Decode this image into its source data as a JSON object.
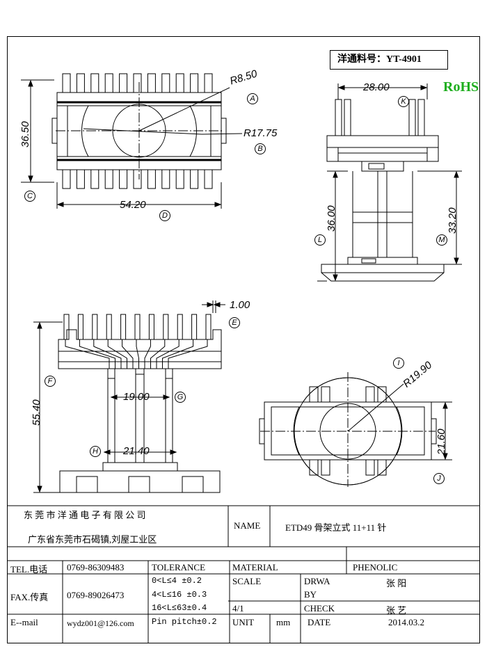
{
  "part_number": "洋通料号：YT-4901",
  "rohs": "RoHS",
  "dimensions": {
    "r_small": "R8.50",
    "r_large": "R17.75",
    "height_top": "36.50",
    "width_top": "54.20",
    "width_right": "28.00",
    "height_l": "36.00",
    "height_m": "33.20",
    "pin_1": "1.00",
    "height_f": "55.40",
    "pitch_g": "19.00",
    "width_h": "21.40",
    "r_i": "R19.90",
    "height_j": "21.60"
  },
  "callouts": [
    "A",
    "B",
    "C",
    "D",
    "K",
    "L",
    "M",
    "E",
    "F",
    "G",
    "H",
    "I",
    "J"
  ],
  "title_block": {
    "company": "东 莞 市 洋 通 电 子 有 限 公 司",
    "address": "广东省东莞市石碣镇,刘屋工业区",
    "name_label": "NAME",
    "name_value": "ETD49 骨架立式 11+11 针",
    "tel_label": "TEL.电话",
    "tel_value": "0769-86309483",
    "fax_label": "FAX.传真",
    "fax_value": "0769-89026473",
    "email_label": "E--mail",
    "email_value": "wydz001@126.com",
    "tolerance_label": "TOLERANCE",
    "tol_1": "0<L≤4  ±0.2",
    "tol_2": "4<L≤16 ±0.3",
    "tol_3": "16<L≤63±0.4",
    "tol_4": "Pin pitch±0.2",
    "material_label": "MATERIAL",
    "material_value": "PHENOLIC",
    "scale_label": "SCALE",
    "scale_value": "4/1",
    "drawn_label_1": "DRWA",
    "drawn_label_2": "BY",
    "drawn_value": "张 阳",
    "check_label": "CHECK",
    "check_value": "张 艺",
    "unit_label": "UNIT",
    "unit_value": "mm",
    "date_label": "DATE",
    "date_value": "2014.03.2"
  }
}
